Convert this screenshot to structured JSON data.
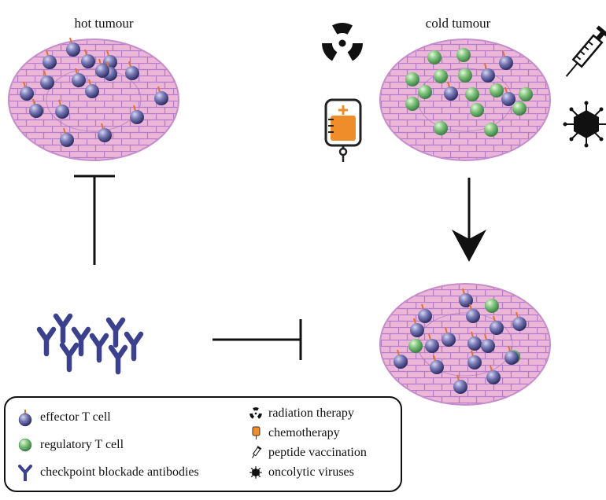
{
  "titles": {
    "hot": "hot tumour",
    "cold": "cold tumour"
  },
  "tumours": {
    "hot": {
      "effector_cells": 17,
      "regulatory_cells": 0
    },
    "cold": {
      "effector_cells": 4,
      "regulatory_cells": 14
    },
    "result": {
      "effector_cells": 16,
      "regulatory_cells": 3
    }
  },
  "legend": {
    "effector": "effector T cell",
    "regulatory": "regulatory T cell",
    "antibodies": "checkpoint blockade antibodies",
    "radiation": "radiation therapy",
    "chemotherapy": "chemotherapy",
    "vaccination": "peptide vaccination",
    "oncolytic": "oncolytic viruses"
  },
  "icons": [
    "radiation-icon",
    "chemotherapy-iv-bag-icon",
    "syringe-icon",
    "virus-icon",
    "antibody-icon"
  ],
  "colors": {
    "tumour_fill": "#ecb8d8",
    "tumour_cell_lines": "#b07cc4",
    "effector_cell": "#6f6fae",
    "regulatory_cell": "#7ec77e",
    "antibody": "#3c418e",
    "chemo_bag": "#ef8d2a"
  }
}
